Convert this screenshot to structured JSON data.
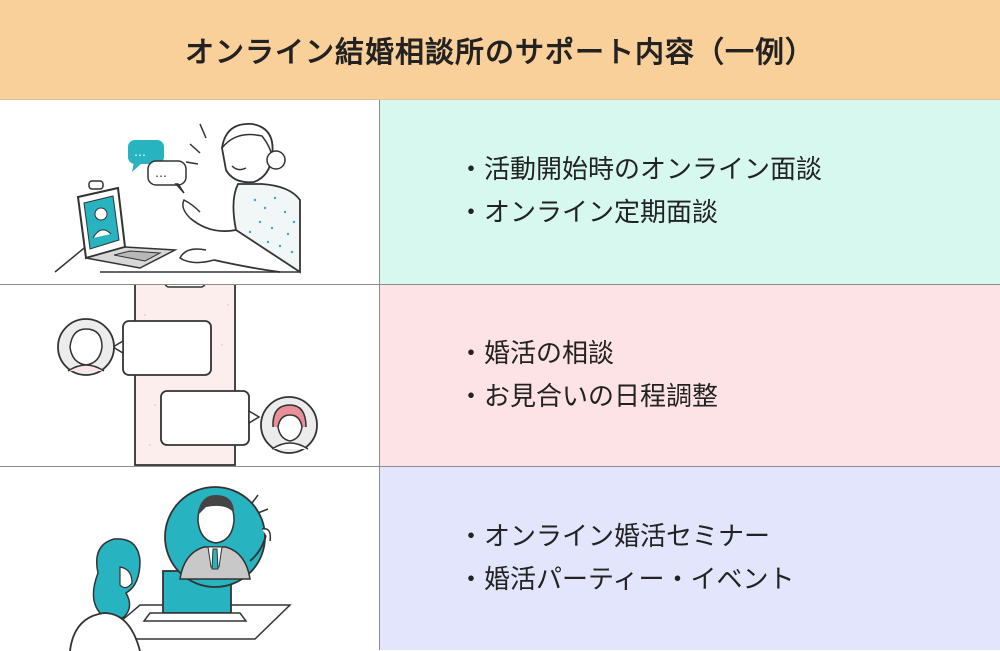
{
  "colors": {
    "header_bg": "#f9cf9a",
    "row1_bg": "#d7f8ef",
    "row2_bg": "#fde3e5",
    "row3_bg": "#e2e5fb",
    "accent_teal": "#27b3bf",
    "accent_pink": "#e98f97"
  },
  "header": {
    "title": "オンライン結婚相談所のサポート内容（一例）"
  },
  "rows": [
    {
      "illustration": "video-call-woman-laptop",
      "items": [
        "・活動開始時のオンライン面談",
        "・オンライン定期面談"
      ]
    },
    {
      "illustration": "chat-between-two-women",
      "items": [
        "・婚活の相談",
        "・お見合いの日程調整"
      ]
    },
    {
      "illustration": "online-seminar-man-presenting",
      "items": [
        "・オンライン婚活セミナー",
        "・婚活パーティー・イベント"
      ]
    }
  ]
}
